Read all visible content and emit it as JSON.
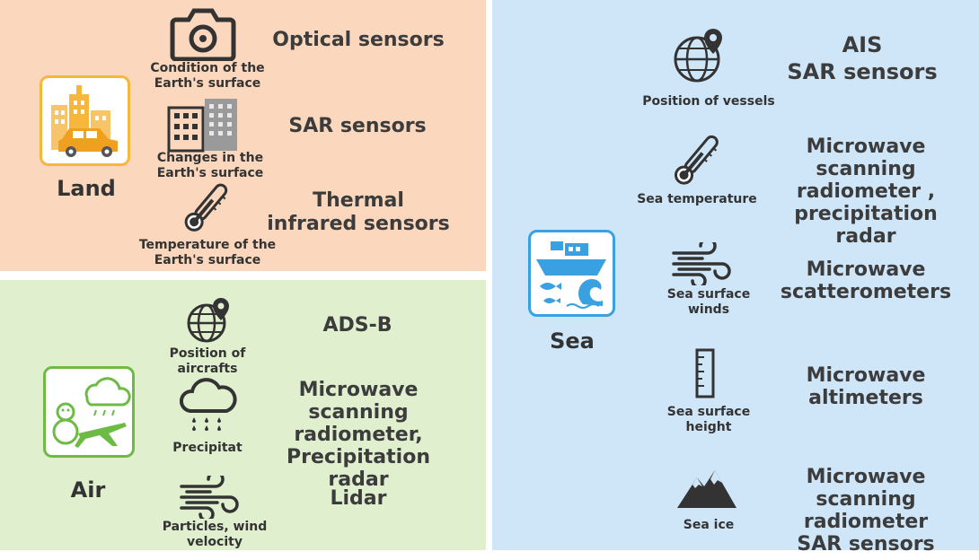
{
  "land": {
    "label": "Land",
    "items": [
      {
        "icon": "camera-icon",
        "caption": "Condition of the\nEarth's surface",
        "sensor": "Optical sensors"
      },
      {
        "icon": "buildings-icon",
        "caption": "Changes in the\nEarth's surface",
        "sensor": "SAR sensors"
      },
      {
        "icon": "thermometer-icon",
        "caption": "Temperature of the\nEarth's surface",
        "sensor": "Thermal\ninfrared sensors"
      }
    ],
    "colors": {
      "background": "#fbd8bd",
      "accent": "#f6b73c"
    }
  },
  "air": {
    "label": "Air",
    "items": [
      {
        "icon": "globe-pin-icon",
        "caption": "Position of\naircrafts",
        "sensor": "ADS-B"
      },
      {
        "icon": "rain-cloud-icon",
        "caption": "Precipitat",
        "sensor": "Microwave scanning\nradiometer,\nPrecipitation radar"
      },
      {
        "icon": "wind-icon",
        "caption": "Particles, wind\nvelocity",
        "sensor": "Lidar"
      }
    ],
    "colors": {
      "background": "#e0efce",
      "accent": "#6dbb45"
    }
  },
  "sea": {
    "label": "Sea",
    "items": [
      {
        "icon": "globe-pin-icon",
        "caption": "Position of vessels",
        "sensor": "AIS\nSAR sensors"
      },
      {
        "icon": "thermometer-icon",
        "caption": "Sea temperature",
        "sensor": "Microwave scanning\nradiometer ,\nprecipitation radar"
      },
      {
        "icon": "wind-icon",
        "caption": "Sea surface\nwinds",
        "sensor": "Microwave\nscatterometers"
      },
      {
        "icon": "ruler-icon",
        "caption": "Sea surface\nheight",
        "sensor": "Microwave\naltimeters"
      },
      {
        "icon": "mountain-ice-icon",
        "caption": "Sea ice",
        "sensor": "Microwave scanning\nradiometer\nSAR sensors"
      }
    ],
    "colors": {
      "background": "#cfe6f9",
      "accent": "#3aa0e0"
    }
  }
}
